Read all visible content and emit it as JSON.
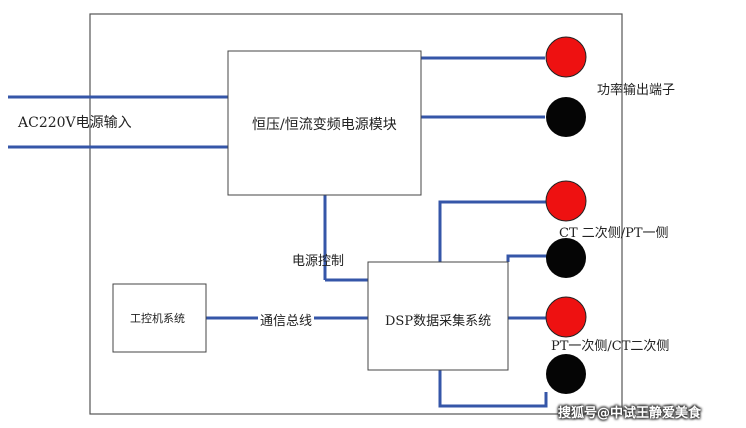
{
  "labels": {
    "ac_input": "AC220V电源输入",
    "power_module": "恒压/恒流变频电源模块",
    "power_output_terminal": "功率输出端子",
    "power_control": "电源控制",
    "ipc_system": "工控机系统",
    "comm_bus": "通信总线",
    "dsp_system": "DSP数据采集系统",
    "ct_secondary_pt_primary": "CT 二次侧/PT一侧",
    "pt_primary_ct_secondary": "PT一次侧/CT二次侧"
  },
  "watermark": "搜狐号@中试王静爱美食",
  "colors": {
    "wire": "#3556a8",
    "terminal_red": "#ee1111",
    "terminal_black": "#050505",
    "border": "#555555"
  }
}
